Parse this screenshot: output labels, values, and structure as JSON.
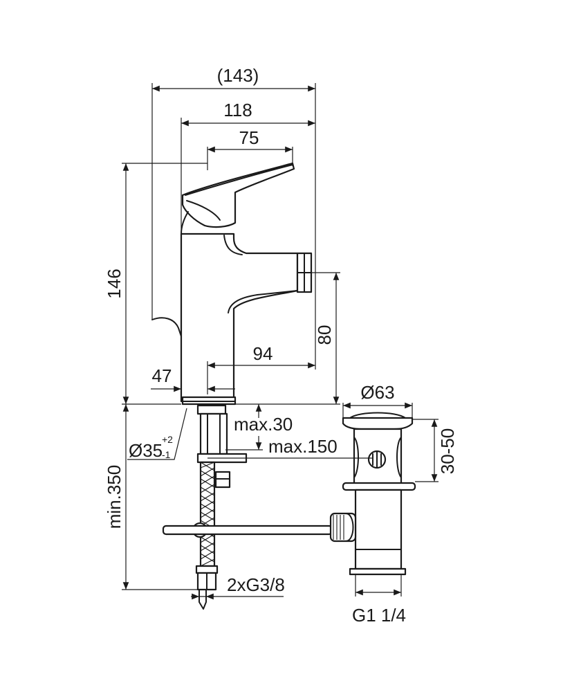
{
  "dimensions": {
    "overall_width": "(143)",
    "body_width": "118",
    "lever_width": "75",
    "height": "146",
    "spout_height": "80",
    "spout_reach": "94",
    "base_offset": "47",
    "hole_diameter_main": "Ø35",
    "hole_tol_plus": "+2",
    "hole_tol_minus": "-1",
    "max_thickness": "max.30",
    "max_rod": "max.150",
    "min_hose": "min.350",
    "connections": "2xG3/8",
    "waste_diameter": "Ø63",
    "waste_range": "30-50",
    "waste_thread": "G1 1/4"
  }
}
